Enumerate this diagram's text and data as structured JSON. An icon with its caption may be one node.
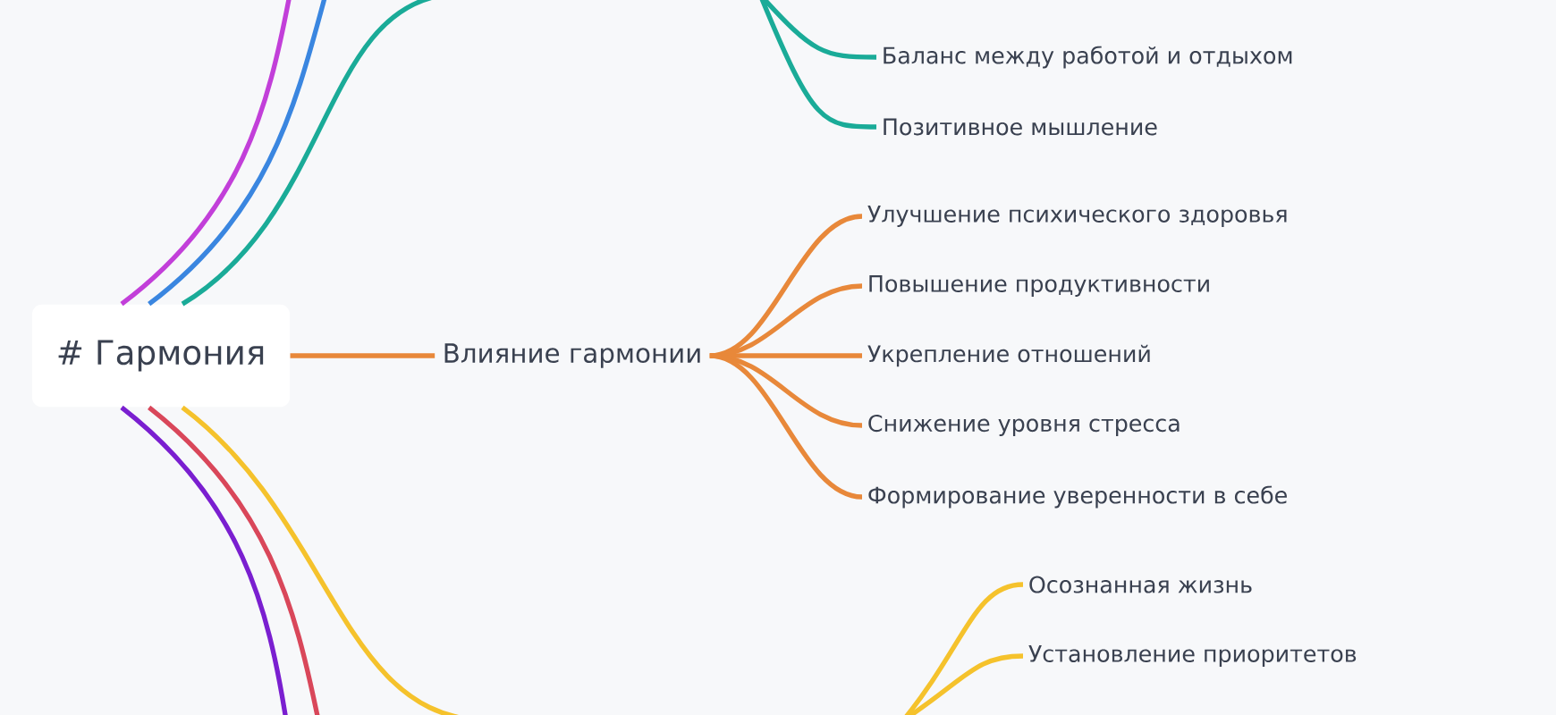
{
  "diagram": {
    "nodes": [
      {
        "text": [
          "# Гармония"
        ]
      },
      {
        "text": [
          "Влияние гармонии"
        ]
      },
      {
        "text": [
          "Улучшение психического здоровья"
        ]
      },
      {
        "text": [
          "Повышение продуктивности"
        ]
      },
      {
        "text": [
          "Укрепление отношений"
        ]
      },
      {
        "text": [
          "Снижение уровня стресса"
        ]
      },
      {
        "text": [
          "Формирование уверенности в себе"
        ]
      },
      {
        "text": [
          "Баланс между работой и отдыхом"
        ]
      },
      {
        "text": [
          "Позитивное мышление"
        ]
      },
      {
        "text": [
          "Осознанная жизнь"
        ]
      },
      {
        "text": [
          "Установление приоритетов"
        ]
      }
    ],
    "edges": [
      {
        "from": 0,
        "to": 1,
        "arrow": "none"
      },
      {
        "from": 1,
        "to": 2,
        "arrow": "none"
      },
      {
        "from": 1,
        "to": 3,
        "arrow": "none"
      },
      {
        "from": 1,
        "to": 4,
        "arrow": "none"
      },
      {
        "from": 1,
        "to": 5,
        "arrow": "none"
      },
      {
        "from": 1,
        "to": 6,
        "arrow": "none"
      },
      {
        "from": 0,
        "to": null,
        "arrow": "none",
        "color": "#c23fd9"
      },
      {
        "from": 0,
        "to": null,
        "arrow": "none",
        "color": "#3a86e0"
      },
      {
        "from": 0,
        "to": null,
        "arrow": "none",
        "color": "#1aab98"
      },
      {
        "from": null,
        "to": 7,
        "arrow": "none",
        "color": "#1aab98"
      },
      {
        "from": null,
        "to": 8,
        "arrow": "none",
        "color": "#1aab98"
      },
      {
        "from": 0,
        "to": null,
        "arrow": "none",
        "color": "#7a1fd0"
      },
      {
        "from": 0,
        "to": null,
        "arrow": "none",
        "color": "#d9475a"
      },
      {
        "from": 0,
        "to": null,
        "arrow": "none",
        "color": "#f5c22c"
      },
      {
        "from": null,
        "to": 9,
        "arrow": "none",
        "color": "#f5c22c"
      },
      {
        "from": null,
        "to": 10,
        "arrow": "none",
        "color": "#f5c22c"
      }
    ]
  }
}
